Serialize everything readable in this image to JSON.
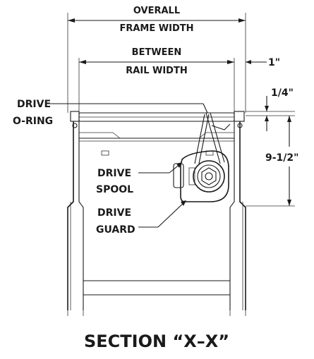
{
  "labels": {
    "overall_line1": "OVERALL",
    "overall_line2": "FRAME WIDTH",
    "between_line1": "BETWEEN",
    "between_line2": "RAIL WIDTH",
    "one_inch": "1\"",
    "quarter_inch": "1/4\"",
    "nine_half": "9-1/2\"",
    "drive_oring_line1": "DRIVE",
    "drive_oring_line2": "O-RING",
    "drive_spool_line1": "DRIVE",
    "drive_spool_line2": "SPOOL",
    "drive_guard_line1": "DRIVE",
    "drive_guard_line2": "GUARD",
    "section_title": "SECTION “X–X”"
  },
  "colors": {
    "ink": "#1a1a1a",
    "background": "#ffffff"
  }
}
